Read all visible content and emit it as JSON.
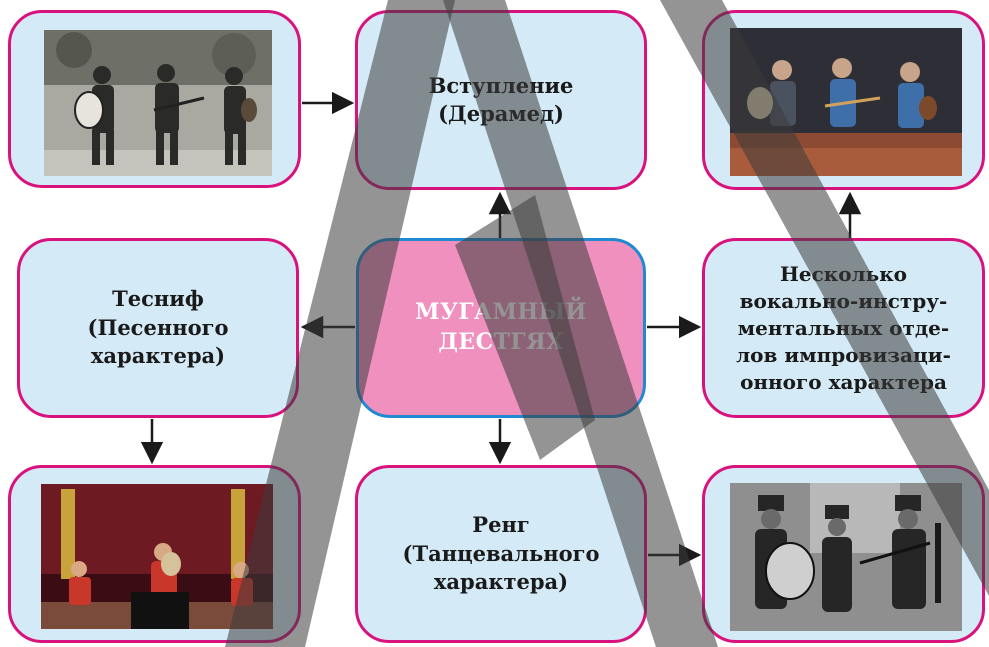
{
  "diagram": {
    "center": {
      "label": "МУГАМНЫЙ\nДЕСТГЯХ"
    },
    "intro": {
      "label": "Вступление\n(Дерамед)"
    },
    "tesnif": {
      "label": "Тесниф\n(Песенного\nхарактера)"
    },
    "reng": {
      "label": "Ренг\n(Танцевального\nхарактера)"
    },
    "sections": {
      "label": "Несколько\nвокально-инстру-\nментальных отде-\nлов импровизаци-\nонного характера"
    }
  },
  "colors": {
    "box_fill": "#d4ebf7",
    "box_border": "#d9137e",
    "center_fill": "#f090bf",
    "center_border": "#1f8ad0",
    "overlay": "#3d3d3d"
  }
}
